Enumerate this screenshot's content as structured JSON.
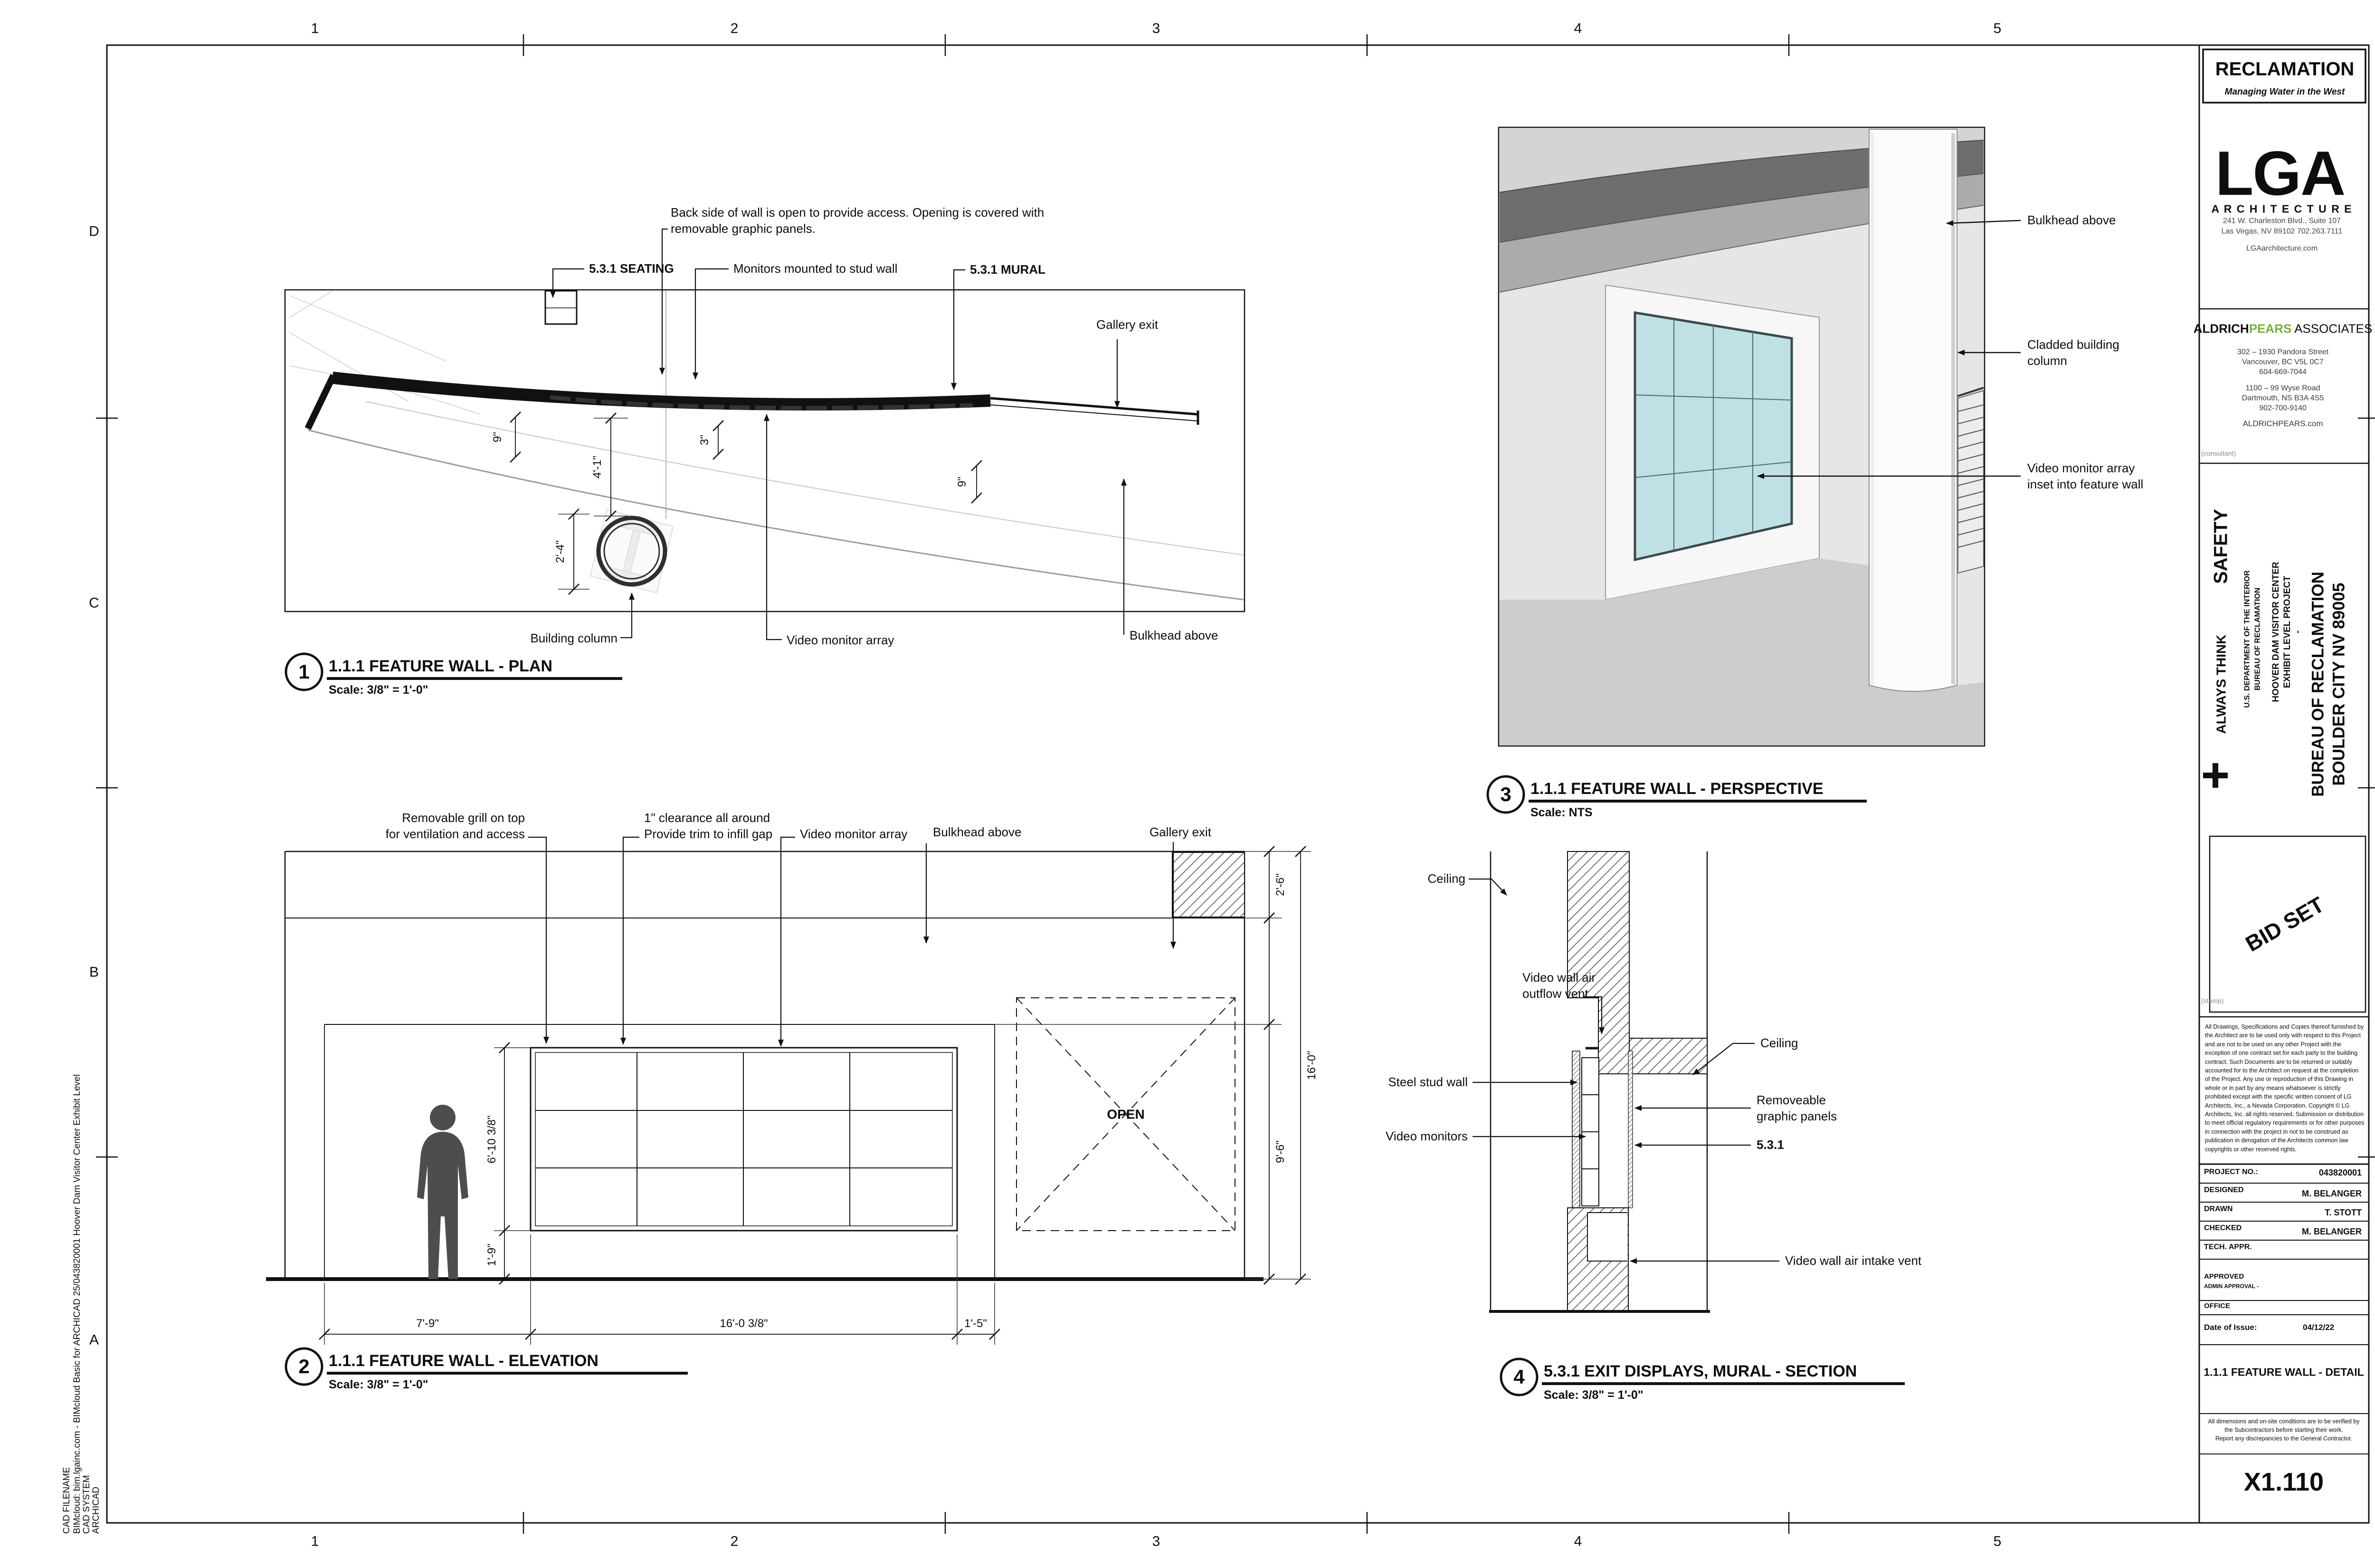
{
  "sheet": {
    "grid": {
      "cols": [
        "1",
        "2",
        "3",
        "4",
        "5"
      ],
      "rows": [
        "D",
        "C",
        "B",
        "A"
      ]
    },
    "edge": {
      "cad_filename_label": "CAD FILENAME",
      "cad_filename_value": "BIMcloud: bim.lgainc.com - BIMcloud Basic for ARCHICAD 25/043820001 Hoover Dam Visitor Center Exhibit Level",
      "cad_system_label": "CAD SYSTEM",
      "cad_system_value": "ARCHICAD"
    }
  },
  "titleblock": {
    "reclamation": {
      "title": "RECLAMATION",
      "tagline": "Managing Water in the West"
    },
    "lga": {
      "logo": "LGA",
      "arch": "A R C H I T E C T U R E",
      "addr1": "241 W. Charleston Blvd., Suite 107",
      "addr2": "Las Vegas, NV 89102   702.263.7111",
      "web": "LGAarchitecture.com"
    },
    "aldrich": {
      "name1": "ALDRICH",
      "name2": "PEARS",
      "name3": " ASSOCIATES",
      "green": "#76b041",
      "a1": "302 – 1930 Pandora Street",
      "a2": "Vancouver, BC V5L 0C7",
      "a3": "604-669-7044",
      "b1": "1100 – 99 Wyse Road",
      "b2": "Dartmouth, NS B3A 4S5",
      "b3": "902-700-9140",
      "web": "ALDRICHPEARS.com",
      "consultant": "(consultant)"
    },
    "project": {
      "safety1": "ALWAYS THINK",
      "safety2": "SAFETY",
      "dept1": "U.S. DEPARTMENT OF THE INTERIOR",
      "dept2": "BUREAU OF RECLAMATION",
      "proj1": "HOOVER DAM VISITOR CENTER",
      "proj2": "EXHIBIT LEVEL PROJECT",
      "dash": "-",
      "client1": "BUREAU OF RECLAMATION",
      "client2": "BOULDER CITY NV 89005"
    },
    "stamp": {
      "bid": "BID SET",
      "label": "(stamp)"
    },
    "legal": "All Drawings, Specifications and Copies thereof furnished by the Architect are to be used only with respect to this Project and are not to be used on any other Project with the exception of one contract set for each party to the building contract. Such Documents are to be returned or suitably accounted for to the Architect on request at the completion of the Project.  Any use or reproduction of this Drawing in whole or in part by any means whatsoever is strictly prohibited except with the specific written consent of LG Architects, Inc., a Nevada Corporation. Copyright © LG Architects, Inc. all rights reserved. Submission or distribution to meet official regulatory requirements or for other purposes in connection with the project in not to be construed as publication in derogation of the Architects common law copyrights or other reserved rights.",
    "info": [
      {
        "label": "PROJECT NO.:",
        "value": "043820001"
      },
      {
        "label": "DESIGNED",
        "value": "M. BELANGER"
      },
      {
        "label": "DRAWN",
        "value": "T. STOTT"
      },
      {
        "label": "CHECKED",
        "value": "M. BELANGER"
      },
      {
        "label": "TECH. APPR.",
        "value": ""
      }
    ],
    "approved": "APPROVED",
    "admin": "ADMIN APPROVAL -",
    "office": "OFFICE",
    "date_label": "Date of Issue:",
    "date_value": "04/12/22",
    "sheet_title": "1.1.1 FEATURE WALL - DETAIL",
    "note1": "All dimensions and on-site conditions are to be verified by",
    "note2": "the Subcontractors before starting their work.",
    "note3": "Report any discrepancies to the General Contractor.",
    "sheet_no": "X1.110"
  },
  "drawings": {
    "plan": {
      "num": "1",
      "title": "1.1.1 FEATURE WALL - PLAN",
      "scale": "Scale: 3/8\" = 1'-0\"",
      "note1": "Back side of wall is open to provide access. Opening is covered with",
      "note2": "removable graphic panels.",
      "seating": "5.3.1 SEATING",
      "monitors": "Monitors mounted to stud wall",
      "mural": "5.3.1 MURAL",
      "gallery_exit": "Gallery exit",
      "building_column": "Building column",
      "video_monitor_array": "Video monitor array",
      "bulkhead_above": "Bulkhead above",
      "dim_9l": "9\"",
      "dim_41": "4'-1\"",
      "dim_3": "3\"",
      "dim_9r": "9\"",
      "dim_24": "2'-4\""
    },
    "elevation": {
      "num": "2",
      "title": "1.1.1 FEATURE WALL - ELEVATION",
      "scale": "Scale: 3/8\" = 1'-0\"",
      "grill1": "Removable grill on top",
      "grill2": "for ventilation and access",
      "clearance1": "1\" clearance all around",
      "clearance2": "Provide trim to infill gap",
      "video_monitor_array": "Video monitor array",
      "bulkhead_above": "Bulkhead above",
      "gallery_exit": "Gallery exit",
      "open": "OPEN",
      "dim_26": "2'-6\"",
      "dim_160": "16'-0\"",
      "dim_96": "9'-6\"",
      "dim_6103": "6'-10 3/8\"",
      "dim_19": "1'-9\"",
      "dim_79": "7'-9\"",
      "dim_1603": "16'-0 3/8\"",
      "dim_15": "1'-5\""
    },
    "perspective": {
      "num": "3",
      "title": "1.1.1 FEATURE WALL - PERSPECTIVE",
      "scale": "Scale: NTS",
      "bulkhead_above": "Bulkhead above",
      "cladded1": "Cladded building",
      "cladded2": "column",
      "vma1": "Video monitor array",
      "vma2": "inset into feature wall",
      "screen_color": "#bfe1e6"
    },
    "section": {
      "num": "4",
      "title": "5.3.1 EXIT DISPLAYS, MURAL - SECTION",
      "scale": "Scale: 3/8\" = 1'-0\"",
      "ceiling_left": "Ceiling",
      "outflow1": "Video wall air",
      "outflow2": "outflow vent",
      "ceiling_right": "Ceiling",
      "steel_stud": "Steel stud wall",
      "removeable1": "Removeable",
      "removeable2": "graphic panels",
      "ref": "5.3.1",
      "video_monitors": "Video monitors",
      "intake": "Video wall air intake vent"
    }
  }
}
